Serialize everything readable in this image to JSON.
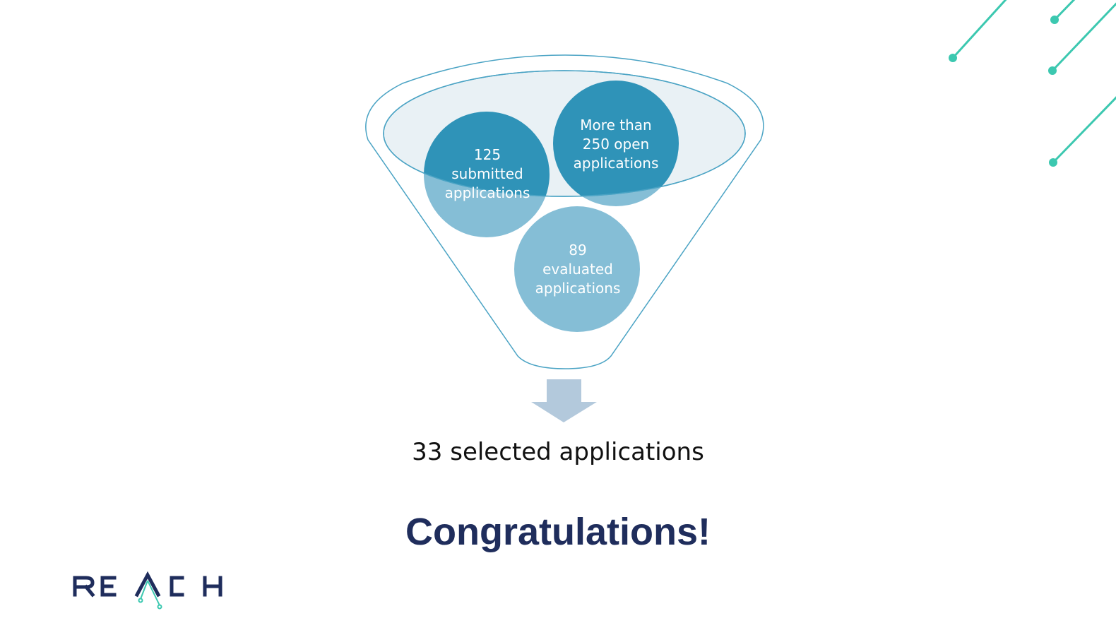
{
  "colors": {
    "funnel_outline": "#4aa3c4",
    "funnel_top_fill": "#e3edf2",
    "bubble_dark": "#2f93b8",
    "bubble_light": "#85bed6",
    "arrow": "#b3c9dc",
    "accent_lines": "#3cc8b0",
    "headline": "#1f2d5c",
    "logo": "#1f2d5c"
  },
  "funnel": {
    "stages": [
      {
        "lines": [
          "More than",
          "250 open",
          "applications"
        ]
      },
      {
        "lines": [
          "125",
          "submitted",
          "applications"
        ]
      },
      {
        "lines": [
          "89",
          "evaluated",
          "applications"
        ]
      }
    ],
    "result": "33 selected applications"
  },
  "headline": "Congratulations!",
  "logo": {
    "text": "REACH"
  },
  "decoration": {
    "icon": "circuit-lines-icon"
  },
  "arrow_icon": "down-arrow-icon"
}
